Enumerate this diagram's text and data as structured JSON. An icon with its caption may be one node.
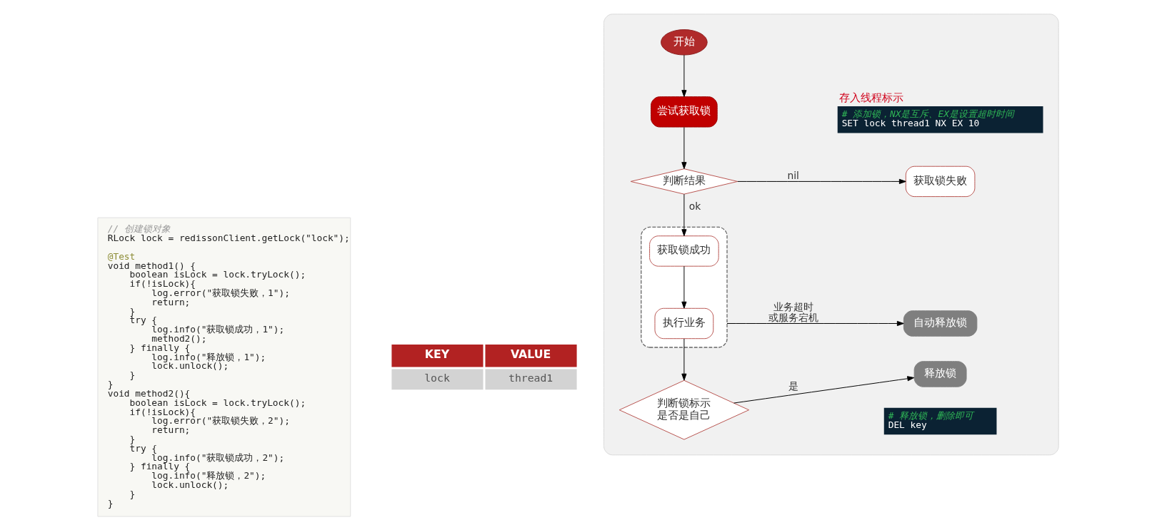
{
  "diagram": {
    "nodes": [
      {
        "text": [
          "// 创建锁对象",
          "RLock lock = redissonClient.getLock(\"lock\");",
          "@Test",
          "void method1() {",
          "    boolean isLock = lock.tryLock();",
          "    if(!isLock){",
          "        log.error(\"获取锁失败，1\");",
          "        return;",
          "    }",
          "    try {",
          "        log.info(\"获取锁成功，1\");",
          "        method2();",
          "    } finally {",
          "        log.info(\"释放锁，1\");",
          "        lock.unlock();",
          "    }",
          "}",
          "void method2(){",
          "    boolean isLock = lock.tryLock();",
          "    if(!isLock){",
          "        log.error(\"获取锁失败，2\");",
          "        return;",
          "    }",
          "    try {",
          "        log.info(\"获取锁成功，2\");",
          "    } finally {",
          "        log.info(\"释放锁，2\");",
          "        lock.unlock();",
          "    }",
          "}"
        ]
      },
      {
        "text": [],
        "shape": "box"
      },
      {
        "text": [
          "开始"
        ],
        "in": 1
      },
      {
        "text": [
          "尝试获取锁"
        ],
        "in": 1
      },
      {
        "text": [
          "存入线程标示",
          "# 添加锁，NX是互斥、EX是设置超时时间",
          "SET lock thread1 NX EX 10"
        ],
        "in": 1
      },
      {
        "text": [
          "判断结果"
        ],
        "in": 1
      },
      {
        "text": [
          "获取锁失败"
        ],
        "in": 1
      },
      {
        "text": [],
        "shape": "box",
        "in": 1
      },
      {
        "text": [
          "获取锁成功"
        ],
        "in": 7
      },
      {
        "text": [
          "执行业务"
        ],
        "in": 7
      },
      {
        "text": [
          "自动释放锁"
        ],
        "in": 1
      },
      {
        "text": [
          "判断锁标示是否是自己"
        ],
        "in": 1
      },
      {
        "text": [
          "释放锁"
        ],
        "in": 1
      },
      {
        "text": [
          "# 释放锁，删除即可",
          "DEL key"
        ],
        "in": 1
      }
    ],
    "edges": [
      {
        "from": 2,
        "to": 3,
        "arrow": "to"
      },
      {
        "from": 3,
        "to": 5,
        "arrow": "to"
      },
      {
        "from": 5,
        "to": 6,
        "arrow": "to",
        "label": "nil"
      },
      {
        "from": 5,
        "to": 8,
        "arrow": "to",
        "label": "ok"
      },
      {
        "from": 8,
        "to": 9,
        "arrow": "to"
      },
      {
        "from": 7,
        "to": 10,
        "arrow": "to",
        "label": "业务超时或服务宕机"
      },
      {
        "from": 9,
        "to": 11,
        "arrow": "to"
      },
      {
        "from": 11,
        "to": 12,
        "arrow": "to",
        "label": "是"
      }
    ],
    "labels": [
      "KEY",
      "VALUE",
      "lock",
      "thread1"
    ]
  }
}
